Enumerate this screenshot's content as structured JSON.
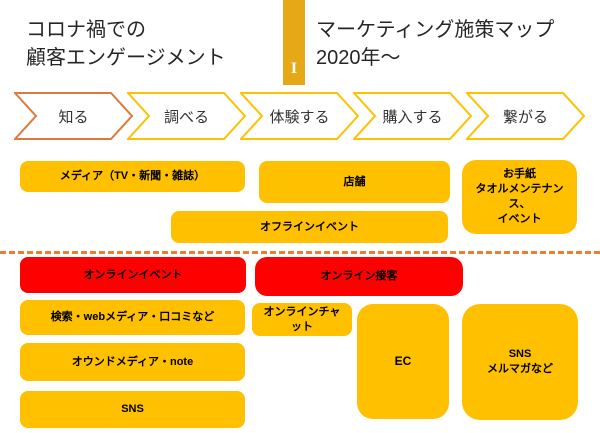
{
  "header": {
    "left_title": "コロナ禍での\n顧客エンゲージメント",
    "right_title": "マーケティング施策マップ\n2020年～",
    "bar_glyph": "I"
  },
  "funnel": {
    "stages": [
      {
        "label": "知る"
      },
      {
        "label": "調べる"
      },
      {
        "label": "体験する"
      },
      {
        "label": "購入する"
      },
      {
        "label": "繋がる"
      }
    ]
  },
  "cards": {
    "media": {
      "label": "メディア（TV・新聞・雑誌）",
      "zone": "offline"
    },
    "store": {
      "label": "店舗",
      "zone": "offline"
    },
    "letter": {
      "label": "お手紙\nタオルメンテナンス、\nイベント",
      "zone": "offline"
    },
    "offline_event": {
      "label": "オフラインイベント",
      "zone": "offline"
    },
    "online_event": {
      "label": "オンラインイベント",
      "zone": "online",
      "highlight": true
    },
    "online_settai": {
      "label": "オンライン接客",
      "zone": "online",
      "highlight": true
    },
    "search": {
      "label": "検索・webメディア・口コミなど",
      "zone": "online"
    },
    "chat": {
      "label": "オンラインチャット",
      "zone": "online"
    },
    "ec": {
      "label": "EC",
      "zone": "online"
    },
    "sns_mail": {
      "label": "SNS\nメルマガなど",
      "zone": "online"
    },
    "owned_media": {
      "label": "オウンドメディア・note",
      "zone": "online"
    },
    "sns": {
      "label": "SNS",
      "zone": "online"
    }
  },
  "palette": {
    "card_yellow": "#FFC000",
    "card_red": "#FF0000",
    "bar_gold": "#E6A817",
    "divider_orange": "#ED7D31",
    "stage_border_first": "#E0793B",
    "stage_border": "#FFC000",
    "text_dark": "#262626"
  }
}
